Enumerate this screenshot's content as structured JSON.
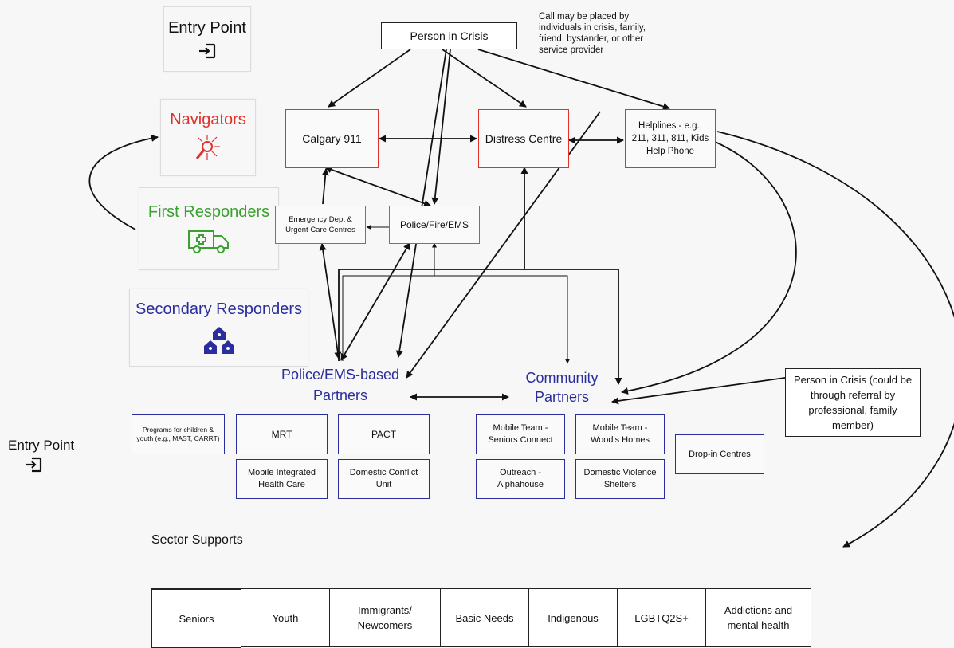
{
  "legend": {
    "entry_point": "Entry Point",
    "navigators": "Navigators",
    "first_responders": "First Responders",
    "secondary_responders": "Secondary Responders"
  },
  "left_entry": "Entry Point",
  "nodes": {
    "person_in_crisis": "Person in Crisis",
    "call_note": "Call may be placed by individuals in crisis, family, friend, bystander, or other service provider",
    "calgary_911": "Calgary 911",
    "distress_centre": "Distress Centre",
    "helplines": "Helplines - e.g., 211, 311, 811, Kids Help Phone",
    "emergency_dept": "Emergency Dept & Urgent Care Centres",
    "police_fire_ems": "Police/Fire/EMS",
    "police_ems_partners": "Police/EMS-based Partners",
    "community_partners": "Community Partners",
    "person_in_crisis_referral": "Person in Crisis (could be through referral by professional, family member)"
  },
  "programs": {
    "children_youth": "Programs for children & youth (e.g., MAST, CARRT)",
    "mrt": "MRT",
    "pact": "PACT",
    "mobile_integrated": "Mobile Integrated Health Care",
    "domestic_conflict": "Domestic Conflict Unit",
    "seniors_connect": "Mobile Team - Seniors Connect",
    "woods_homes": "Mobile Team - Wood's Homes",
    "outreach": "Outreach - Alphahouse",
    "dv_shelters": "Domestic Violence Shelters",
    "dropin": "Drop-in Centres"
  },
  "sector_supports": {
    "title": "Sector Supports",
    "items": [
      "Seniors",
      "Youth",
      "Immigrants/ Newcomers",
      "Basic Needs",
      "Indigenous",
      "LGBTQ2S+",
      "Addictions and mental health"
    ]
  },
  "colors": {
    "red": "#e0322b",
    "green": "#3aa02f",
    "blue": "#2a2d9c",
    "black": "#111111"
  },
  "icons": [
    "entry-point-icon",
    "magnifier-arrows-icon",
    "ambulance-icon",
    "houses-icon"
  ]
}
